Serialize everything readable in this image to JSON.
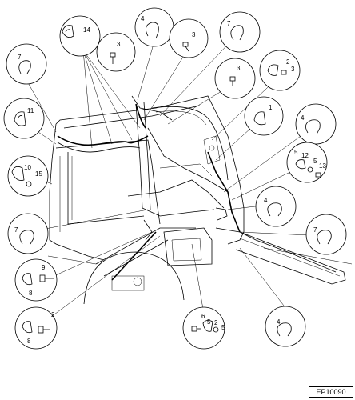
{
  "figure_id": "EP10090",
  "callouts": [
    {
      "id": "c1",
      "labels": [
        "14"
      ]
    },
    {
      "id": "c2",
      "labels": [
        "3"
      ]
    },
    {
      "id": "c3",
      "labels": [
        "4"
      ]
    },
    {
      "id": "c4",
      "labels": [
        "3"
      ]
    },
    {
      "id": "c5",
      "labels": [
        "7"
      ]
    },
    {
      "id": "c6",
      "labels": [
        "7"
      ]
    },
    {
      "id": "c7",
      "labels": [
        "3"
      ]
    },
    {
      "id": "c8",
      "labels": [
        "2",
        "3"
      ]
    },
    {
      "id": "c9",
      "labels": [
        "11"
      ]
    },
    {
      "id": "c10",
      "labels": [
        "1"
      ]
    },
    {
      "id": "c11",
      "labels": [
        "4"
      ]
    },
    {
      "id": "c12",
      "labels": [
        "10",
        "15"
      ]
    },
    {
      "id": "c13",
      "labels": [
        "5",
        "12",
        "5",
        "13"
      ]
    },
    {
      "id": "c14",
      "labels": [
        "4"
      ]
    },
    {
      "id": "c15",
      "labels": [
        "7"
      ]
    },
    {
      "id": "c16",
      "labels": [
        "7"
      ]
    },
    {
      "id": "c17",
      "labels": [
        "9",
        "8"
      ]
    },
    {
      "id": "c18",
      "labels": [
        "2",
        "8"
      ]
    },
    {
      "id": "c19",
      "labels": [
        "6",
        "5",
        "2",
        "5"
      ]
    },
    {
      "id": "c20",
      "labels": [
        "4"
      ]
    }
  ]
}
